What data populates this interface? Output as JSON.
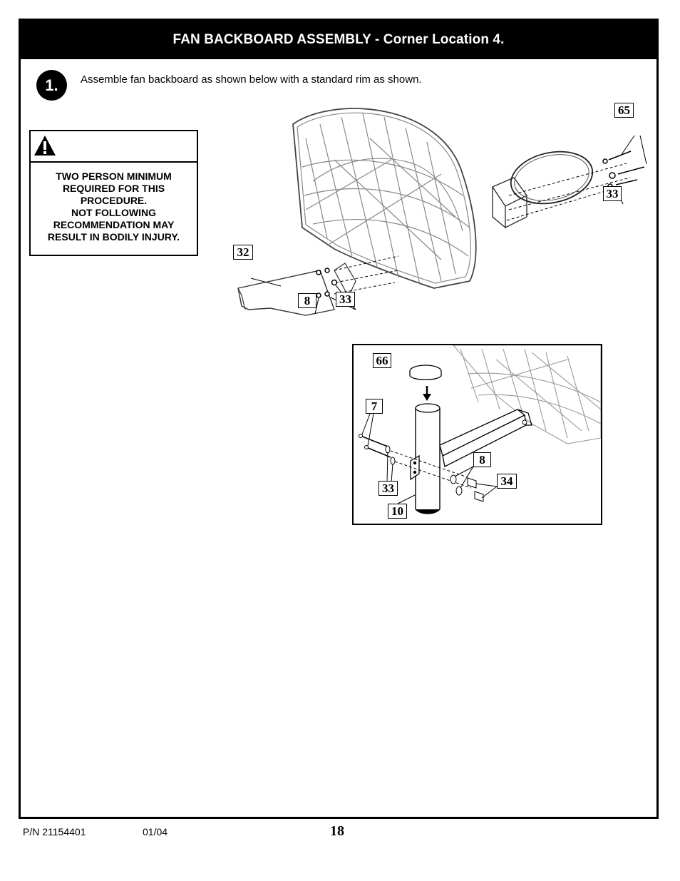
{
  "header": {
    "title": "FAN BACKBOARD ASSEMBLY - Corner Location 4."
  },
  "step": {
    "number": "1.",
    "instruction": "Assemble fan backboard as shown below with a standard rim as shown."
  },
  "warning": {
    "icon": "warning-triangle-icon",
    "lines": [
      "TWO PERSON MINIMUM",
      "REQUIRED FOR THIS",
      "PROCEDURE.",
      "NOT FOLLOWING",
      "RECOMMENDATION MAY",
      "RESULT IN BODILY INJURY."
    ]
  },
  "diagram_main": {
    "callouts": {
      "c65": "65",
      "c33a": "33",
      "c32": "32",
      "c8": "8",
      "c33b": "33"
    }
  },
  "diagram_inset": {
    "callouts": {
      "c66": "66",
      "c7": "7",
      "c8": "8",
      "c34": "34",
      "c33": "33",
      "c10": "10"
    }
  },
  "footer": {
    "part_number": "P/N 21154401",
    "date": "01/04",
    "page": "18"
  }
}
